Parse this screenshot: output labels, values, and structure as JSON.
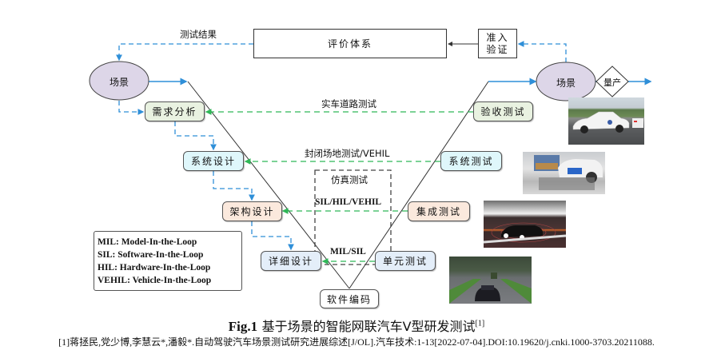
{
  "colors": {
    "scenario_fill": "#ddd6e8",
    "requirements_fill": "#e9f2e1",
    "system_fill": "#dff7fb",
    "architecture_fill": "#fbe9dd",
    "detail_fill": "#e4eef9",
    "coding_fill": "#ffffff",
    "flow_blue": "#2f8fd8",
    "test_green": "#2fb757",
    "v_line": "#333333"
  },
  "top": {
    "evaluation_system": "评价体系",
    "admission_verification_line1": "准入",
    "admission_verification_line2": "验证",
    "test_results_label": "测试结果"
  },
  "scenario_left": "场景",
  "scenario_right": "场景",
  "mass_production": "量产",
  "left_branch": {
    "requirements_analysis": "需求分析",
    "system_design": "系统设计",
    "architecture_design": "架构设计",
    "detailed_design": "详细设计"
  },
  "bottom": {
    "software_coding": "软件编码"
  },
  "right_branch": {
    "acceptance_test": "验收测试",
    "system_test": "系统测试",
    "integration_test": "集成测试",
    "unit_test": "单元测试"
  },
  "test_links": {
    "real_road": "实车道路测试",
    "closed_field": "封闭场地测试/VEHIL",
    "sil_hil_vehil": "SIL/HIL/VEHIL",
    "mil_sil": "MIL/SIL"
  },
  "simulation_box": {
    "title": "仿真测试"
  },
  "legend": [
    "MIL: Model-In-the-Loop",
    "SIL: Software-In-the-Loop",
    "HIL: Hardware-In-the-Loop",
    "VEHIL: Vehicle-In-the-Loop"
  ],
  "photos": [
    {
      "name": "real-road-test-photo",
      "description": "white car on test road"
    },
    {
      "name": "vehil-lab-photo",
      "description": "car on vehicle-in-the-loop rig"
    },
    {
      "name": "simulation-lidar-photo",
      "description": "simulated car with sensor rings"
    },
    {
      "name": "simulation-street-photo",
      "description": "simulated suburban street"
    }
  ],
  "caption": {
    "fig_label": "Fig.1",
    "title": "基于场景的智能网联汽车V型研发测试",
    "ref_mark": "[1]"
  },
  "citation": "[1]蒋拯民,党少博,李慧云*,潘毅*.自动驾驶汽车场景测试研究进展综述[J/OL].汽车技术:1-13[2022-07-04].DOI:10.19620/j.cnki.1000-3703.20211088."
}
